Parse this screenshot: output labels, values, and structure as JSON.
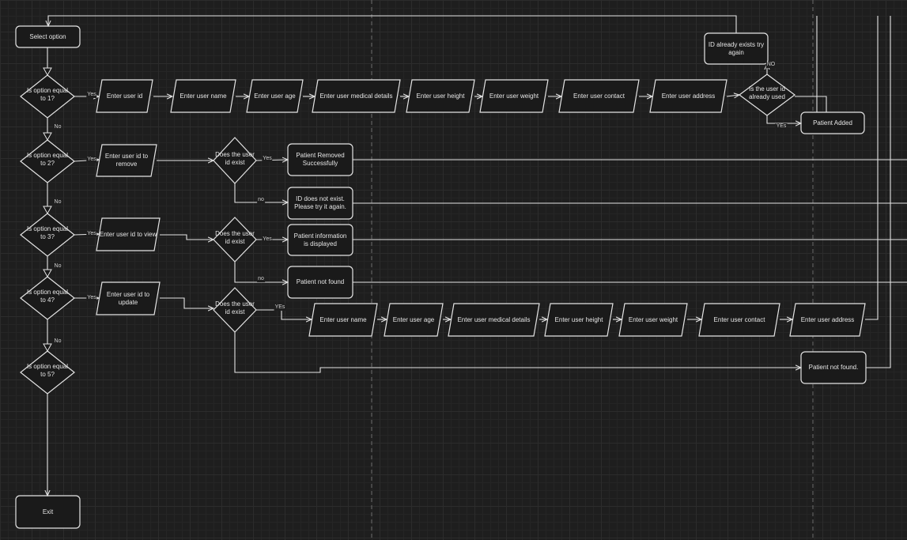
{
  "diagram": {
    "nodes": {
      "select": "Select option",
      "q1": "Is option equal to 1?",
      "q2": "Is option equal to 2?",
      "q3": "Is option equal to 3?",
      "q4": "Is option equal to 4?",
      "q5": "Is option equal to 5?",
      "exit": "Exit",
      "a1": "Enter user id",
      "a2": "Enter user name",
      "a3": "Enter user age",
      "a4": "Enter user medical details",
      "a5": "Enter user height",
      "a6": "Enter user weight",
      "a7": "Enter user contact",
      "a8": "Enter user address",
      "d1": "Is the user id already used",
      "idexists": "ID already exists try again",
      "added": "Patient Added",
      "r1": "Enter user id to remove",
      "rd": "Does the user id exist",
      "removed": "Patient Removed Successfully",
      "notexist": "ID does not exist. Please try it again.",
      "v1": "Enter user id to view",
      "vd": "Does the user id exist",
      "displayed": "Patient information is displayed",
      "vnf": "Patient not found",
      "u1": "Enter user id to update",
      "ud": "Does the user id exist",
      "b2": "Enter user name",
      "b3": "Enter user age",
      "b4": "Enter user medical details",
      "b5": "Enter user height",
      "b6": "Enter user weight",
      "b7": "Enter user contact",
      "b8": "Enter user address",
      "unf": "Patient not found."
    },
    "edges": {
      "yes": "Yes",
      "no": "No",
      "no_lower": "no",
      "no_upper": "NO",
      "yes_mixed": "YEs"
    }
  }
}
